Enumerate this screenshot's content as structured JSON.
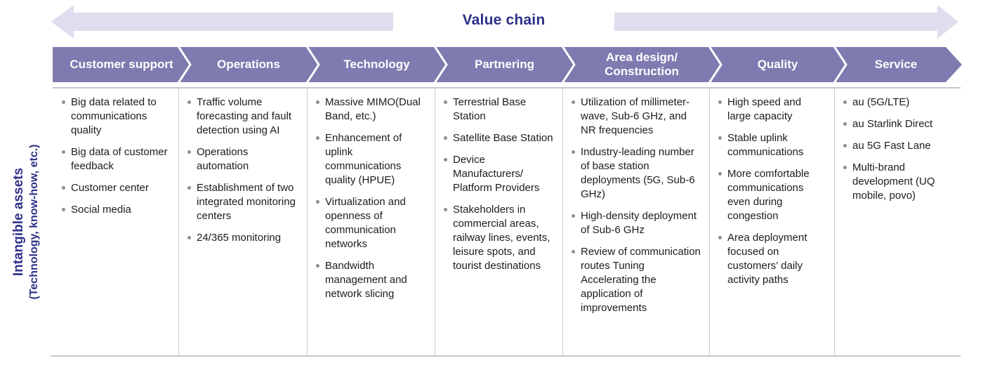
{
  "title": "Value chain",
  "side_label": {
    "line1": "Intangible assets",
    "line2": "(Technology, know-how, etc.)"
  },
  "colors": {
    "band_purple": "#7f7ab0",
    "arrow_lavender": "#dfdeee",
    "navy_text": "#2b2f88",
    "body_text": "#1c1c1c",
    "bullet_gray": "#8f8f8f",
    "border_gray": "#c7c7cc"
  },
  "columns": [
    {
      "header": "Customer support",
      "items": [
        "Big data related to communications quality",
        "Big data of customer feedback",
        "Customer center",
        "Social media"
      ]
    },
    {
      "header": "Operations",
      "items": [
        "Traffic volume forecasting and fault detection using AI",
        "Operations automation",
        "Establishment of two integrated monitoring centers",
        "24/365 monitoring"
      ]
    },
    {
      "header": "Technology",
      "items": [
        "Massive MIMO(Dual Band, etc.)",
        "Enhancement of uplink communications quality (HPUE)",
        "Virtualization and openness of communication networks",
        "Bandwidth management and network slicing"
      ]
    },
    {
      "header": "Partnering",
      "items": [
        "Terrestrial Base Station",
        "Satellite Base Station",
        "Device Manufacturers/ Platform Providers",
        "Stakeholders in commercial areas, railway lines, events, leisure spots, and tourist destinations"
      ]
    },
    {
      "header": "Area design/ Construction",
      "items": [
        "Utilization of millimeter-wave, Sub-6 GHz, and NR frequencies",
        "Industry-leading number of base station deployments (5G, Sub-6 GHz)",
        "High-density deployment of Sub-6 GHz",
        "Review of communication routes Tuning Accelerating the application of improvements"
      ]
    },
    {
      "header": "Quality",
      "items": [
        "High speed and large capacity",
        "Stable uplink communications",
        "More comfortable communications even during congestion",
        "Area deployment focused on customers’ daily activity paths"
      ]
    },
    {
      "header": "Service",
      "items": [
        "au (5G/LTE)",
        "au Starlink Direct",
        "au 5G Fast Lane",
        "Multi-brand development (UQ mobile, povo)"
      ]
    }
  ]
}
